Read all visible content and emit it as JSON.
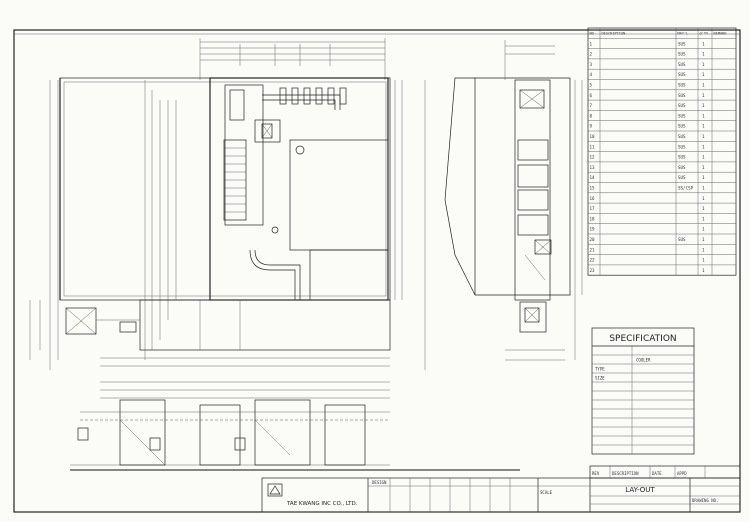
{
  "parts_list": {
    "headers": [
      "NO",
      "DESCRIPTION",
      "MAT'L",
      "Q'TY",
      "REMARK"
    ],
    "rows": [
      {
        "no": "1",
        "mat": "SUS",
        "qty": "1"
      },
      {
        "no": "2",
        "mat": "SUS",
        "qty": "1"
      },
      {
        "no": "3",
        "mat": "SUS",
        "qty": "1"
      },
      {
        "no": "4",
        "mat": "SUS",
        "qty": "1"
      },
      {
        "no": "5",
        "mat": "SUS",
        "qty": "1"
      },
      {
        "no": "6",
        "mat": "SUS",
        "qty": "1"
      },
      {
        "no": "7",
        "mat": "SUS",
        "qty": "1"
      },
      {
        "no": "8",
        "mat": "SUS",
        "qty": "1"
      },
      {
        "no": "9",
        "mat": "SUS",
        "qty": "1"
      },
      {
        "no": "10",
        "mat": "SUS",
        "qty": "1"
      },
      {
        "no": "11",
        "mat": "SUS",
        "qty": "1"
      },
      {
        "no": "12",
        "mat": "SUS",
        "qty": "1"
      },
      {
        "no": "13",
        "mat": "SUS",
        "qty": "1"
      },
      {
        "no": "14",
        "mat": "SUS",
        "qty": "1"
      },
      {
        "no": "15",
        "mat": "SS/CSP",
        "qty": "1"
      },
      {
        "no": "16",
        "mat": "",
        "qty": "1"
      },
      {
        "no": "17",
        "mat": "",
        "qty": "1"
      },
      {
        "no": "18",
        "mat": "",
        "qty": "1"
      },
      {
        "no": "19",
        "mat": "",
        "qty": "1"
      },
      {
        "no": "20",
        "mat": "SUS",
        "qty": "1"
      },
      {
        "no": "21",
        "mat": "",
        "qty": "1"
      },
      {
        "no": "22",
        "mat": "",
        "qty": "1"
      },
      {
        "no": "23",
        "mat": "",
        "qty": "1"
      }
    ]
  },
  "specification": {
    "title": "SPECIFICATION",
    "rows": [
      {
        "key": "",
        "value": ""
      },
      {
        "key": "",
        "value": "COOLER"
      },
      {
        "key": "TYPE",
        "value": ""
      },
      {
        "key": "SIZE",
        "value": ""
      },
      {
        "key": "",
        "value": ""
      },
      {
        "key": "",
        "value": ""
      },
      {
        "key": "",
        "value": ""
      },
      {
        "key": "",
        "value": ""
      },
      {
        "key": "",
        "value": ""
      },
      {
        "key": "",
        "value": ""
      },
      {
        "key": "",
        "value": ""
      },
      {
        "key": "",
        "value": ""
      }
    ]
  },
  "title_block": {
    "company_en": "TAE KWANG INC CO., LTD.",
    "drawing_title": "LAY-OUT",
    "revision_headers": [
      "REV",
      "DESCRIPTION",
      "DATE",
      "APPD"
    ],
    "design": "DESIGN",
    "scale": "SCALE",
    "drawing_no": "DRAWING NO."
  }
}
